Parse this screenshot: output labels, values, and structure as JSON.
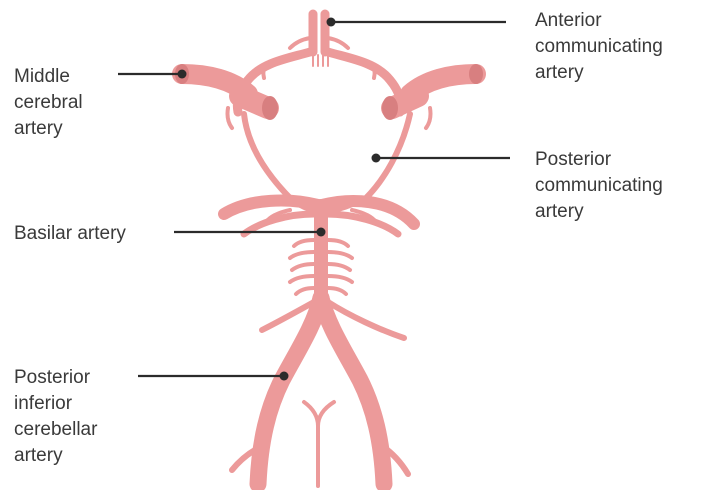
{
  "colors": {
    "artery": "#ec9a9a",
    "artery_dark": "#d87f80",
    "artery_light": "#f6c2c2",
    "pointer": "#2b2b2b",
    "text": "#3a3a3a",
    "background": "#ffffff"
  },
  "labels": {
    "anterior_communicating": "Anterior\ncommunicating\nartery",
    "middle_cerebral": "Middle\ncerebral\nartery",
    "posterior_communicating": "Posterior\ncommunicating\nartery",
    "basilar": "Basilar artery",
    "posterior_inferior_cerebellar": "Posterior\ninferior\ncerebellar\nartery"
  }
}
